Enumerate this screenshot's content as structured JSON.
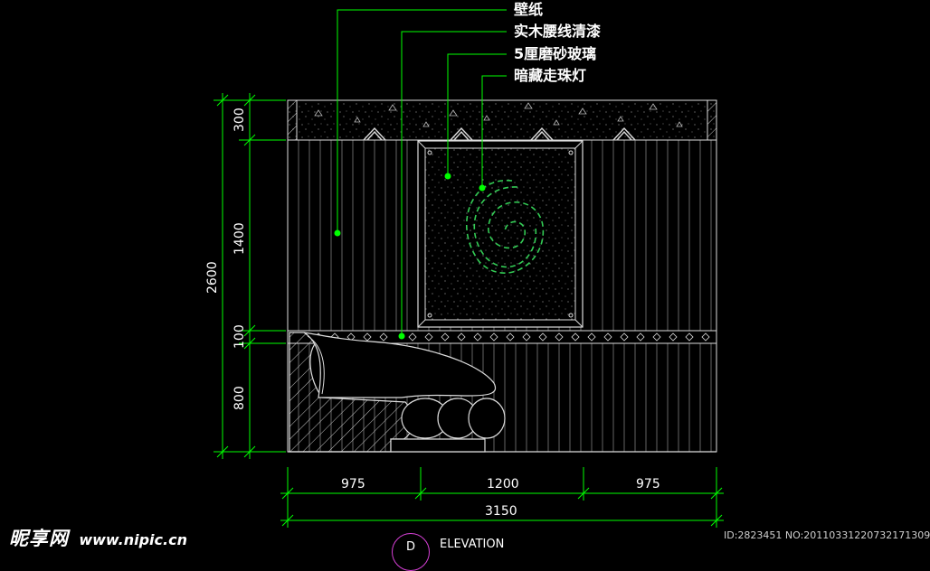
{
  "callouts": [
    {
      "label": "壁纸"
    },
    {
      "label": "实木腰线清漆"
    },
    {
      "label": "5厘磨砂玻璃"
    },
    {
      "label": "暗藏走珠灯"
    }
  ],
  "vertical_dims": {
    "segments": [
      "300",
      "1400",
      "100",
      "800"
    ],
    "total": "2600"
  },
  "horizontal_dims": {
    "segments": [
      "975",
      "1200",
      "975"
    ],
    "total": "3150"
  },
  "view": {
    "title": "ELEVATION",
    "bubble": "D"
  },
  "watermark": {
    "logo": "昵享网",
    "url": "www.nipic.cn",
    "id_text": "ID:2823451 NO:20110331220732171309"
  },
  "colors": {
    "background": "#000000",
    "drawing_line": "#dcdcdc",
    "dim_line": "#00ff00",
    "leader_dot": "#00ff00",
    "text": "#ffffff",
    "bubble": "#d640d6"
  }
}
